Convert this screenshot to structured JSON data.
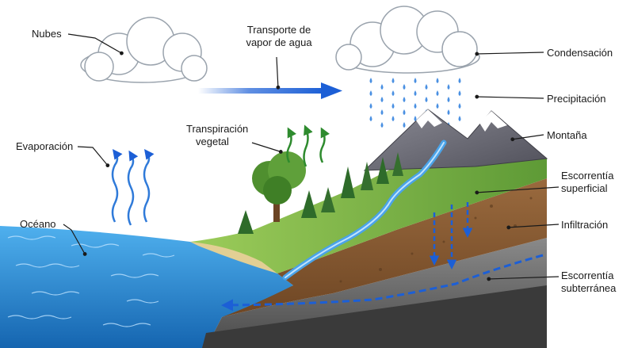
{
  "labels": {
    "nubes": "Nubes",
    "transporte": [
      "Transporte de",
      "vapor de agua"
    ],
    "condensacion": "Condensación",
    "precipitacion": "Precipitación",
    "transpiracion": [
      "Transpiración",
      "vegetal"
    ],
    "montana": "Montaña",
    "evaporacion": "Evaporación",
    "escorrentia_superficial": [
      "Escorrentía",
      "superficial"
    ],
    "infiltracion": "Infiltración",
    "oceano": "Océano",
    "escorrentia_subterranea": [
      "Escorrentía",
      "subterránea"
    ]
  },
  "colors": {
    "ocean": "#2f8fd8",
    "ocean_deep": "#1565b0",
    "arrow_blue": "#1c5fd6",
    "arrow_green": "#2e8b2e",
    "soil": "#8a5a34",
    "rock": "#5a5a5a",
    "grass": "#7ab648",
    "mountain": "#6e6e78",
    "snow": "#ffffff"
  }
}
